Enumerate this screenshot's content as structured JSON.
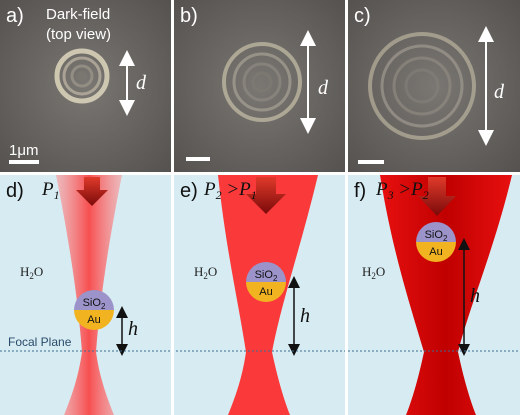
{
  "top_row": {
    "panels": [
      {
        "label": "a)",
        "title_line1": "Dark-field",
        "title_line2": "(top view)",
        "scale_text": "1μm",
        "dimension": "d"
      },
      {
        "label": "b)",
        "dimension": "d"
      },
      {
        "label": "c)",
        "dimension": "d"
      }
    ]
  },
  "bottom_row": {
    "panels": [
      {
        "label": "d)",
        "power": "P",
        "power_sub": "1",
        "power_rest": "",
        "power_sub2": ""
      },
      {
        "label": "e)",
        "power": "P",
        "power_sub": "2",
        "power_rest": " >P",
        "power_sub2": "1"
      },
      {
        "label": "f)",
        "power": "P",
        "power_sub": "3",
        "power_rest": " >P",
        "power_sub2": "2"
      }
    ],
    "medium_label": "H",
    "medium_sub": "2",
    "medium_rest": "O",
    "particle_top": "SiO",
    "particle_top_sub": "2",
    "particle_bottom": "Au",
    "height_label": "h",
    "focal_plane_label": "Focal Plane"
  },
  "colors": {
    "water": "#d7ecf2",
    "beam": "#ff2a2a",
    "arrow": "#b01010",
    "silica": "#9b93c9",
    "gold": "#f2b321",
    "focal_line": "#3d6b8f"
  }
}
